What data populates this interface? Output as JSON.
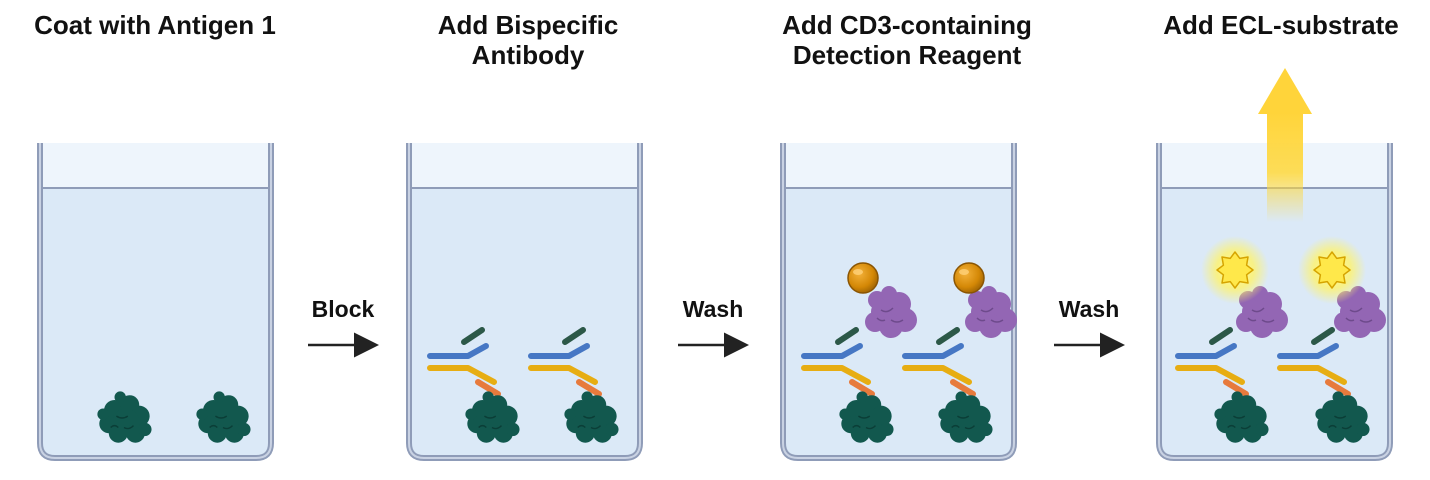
{
  "steps": [
    {
      "title": "Coat with Antigen 1"
    },
    {
      "title": "Add Bispecific Antibody"
    },
    {
      "title": "Add CD3-containing Detection Reagent"
    },
    {
      "title": "Add ECL-substrate"
    }
  ],
  "transitions": [
    {
      "label": "Block"
    },
    {
      "label": "Wash"
    },
    {
      "label": "Wash"
    }
  ],
  "colors": {
    "well_outline": "#8f9cb8",
    "well_fill": "#dbe9f7",
    "antigen": "#12584e",
    "heavy_chain": "#4677c4",
    "light_chain": "#e7ad12",
    "arm_dark_green": "#2c5848",
    "arm_orange": "#e77a3c",
    "cd3_reagent": "#9366b4",
    "ecl_label": "#d48806",
    "glow": "#fff06a",
    "signal_arrow": "#ffd83a"
  },
  "icons": [
    "antigen-icon",
    "bispecific-antibody-icon",
    "cd3-reagent-icon",
    "sulfo-tag-icon",
    "ecl-star-icon",
    "light-signal-arrow-icon",
    "process-arrow-icon"
  ]
}
